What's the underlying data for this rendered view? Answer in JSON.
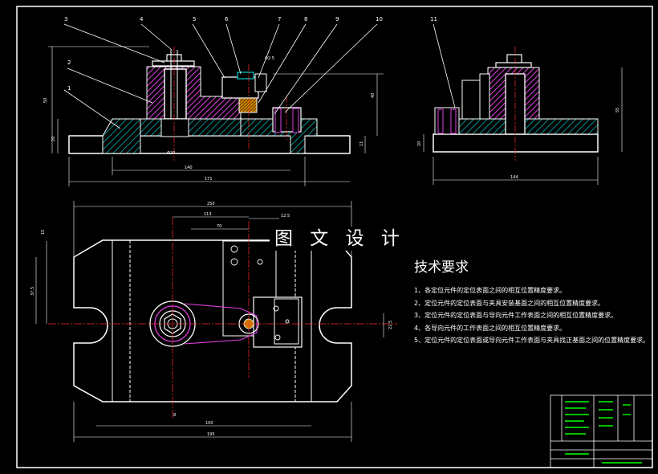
{
  "overlay_title": "图 文 设 计",
  "technical_requirements": {
    "heading": "技术要求",
    "items": [
      "1、各定位元件的定位表面之间的相互位置精度要求。",
      "2、定位元件的定位表面与夹具安装基面之间的相互位置精度要求。",
      "3、定位元件的定位表面与导向元件工作表面之间的相互位置精度要求。",
      "4、各导向元件的工作表面之间的相互位置精度要求。",
      "5、定位元件的定位表面或导向元件工作表面与夹具找正基面之间的位置精度要求。"
    ]
  },
  "balloons": [
    "1",
    "2",
    "3",
    "4",
    "5",
    "6",
    "7",
    "8",
    "9",
    "10",
    "11"
  ],
  "front_view": {
    "dims": {
      "width_inner": "140",
      "width_total": "171",
      "hole": "Φ20",
      "height_left": "50",
      "height_base": "20",
      "height_right": "40",
      "height_right_base": "11",
      "top_label": "Φ2.5"
    }
  },
  "side_view": {
    "dims": {
      "width": "144",
      "height_total": "55",
      "height_base": "20"
    }
  },
  "plan_view": {
    "dims": {
      "top_total": "250",
      "top_a": "113",
      "top_b": "70",
      "top_c": "12.5",
      "left_a": "15",
      "left_b": "37.5",
      "bottom_a": "100",
      "bottom_b": "195",
      "bottom_c": "8",
      "right_a": "22.5"
    }
  },
  "colors": {
    "outline": "#ffffff",
    "hatch": "#00c8c8",
    "part": "#e040e0",
    "dim": "#00ff00",
    "center": "#ff3030",
    "section_fill": "#cc7a00",
    "frame": "#ffffff"
  }
}
